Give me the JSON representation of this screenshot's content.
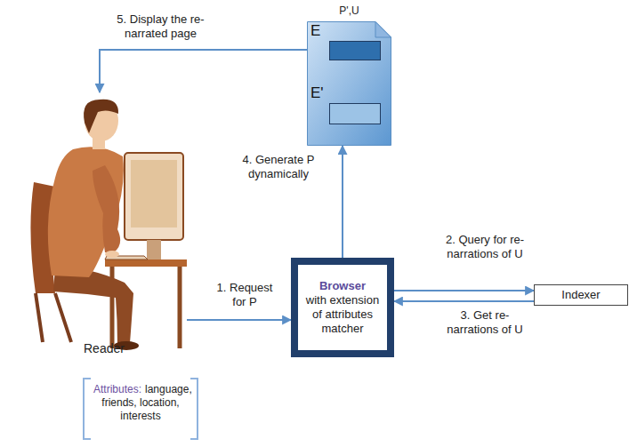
{
  "diagram": {
    "nodes": [
      {
        "text": [
          "P',U"
        ]
      },
      {
        "text": [
          "E"
        ],
        "in": 0
      },
      {
        "text": [
          "E'"
        ],
        "in": 0
      },
      {
        "text": [
          "Reader"
        ]
      },
      {
        "text": [
          "Browser",
          "with extension of attributes matcher"
        ]
      },
      {
        "text": [
          "Indexer"
        ]
      },
      {
        "text": [
          "Attributes:",
          "language, friends, location, interests"
        ]
      }
    ],
    "edges": [
      {
        "from": 3,
        "to": 4,
        "arrow": "to",
        "label": "1. Request for P"
      },
      {
        "from": 4,
        "to": 5,
        "arrow": "to",
        "label": "2. Query for re-narrations of U"
      },
      {
        "from": 5,
        "to": 4,
        "arrow": "to",
        "label": "3. Get re-narrations of U"
      },
      {
        "from": 4,
        "to": 0,
        "arrow": "to",
        "label": "4. Generate P dynamically"
      },
      {
        "from": 0,
        "to": 3,
        "arrow": "to",
        "label": "5. Display the re-narrated page"
      }
    ]
  }
}
